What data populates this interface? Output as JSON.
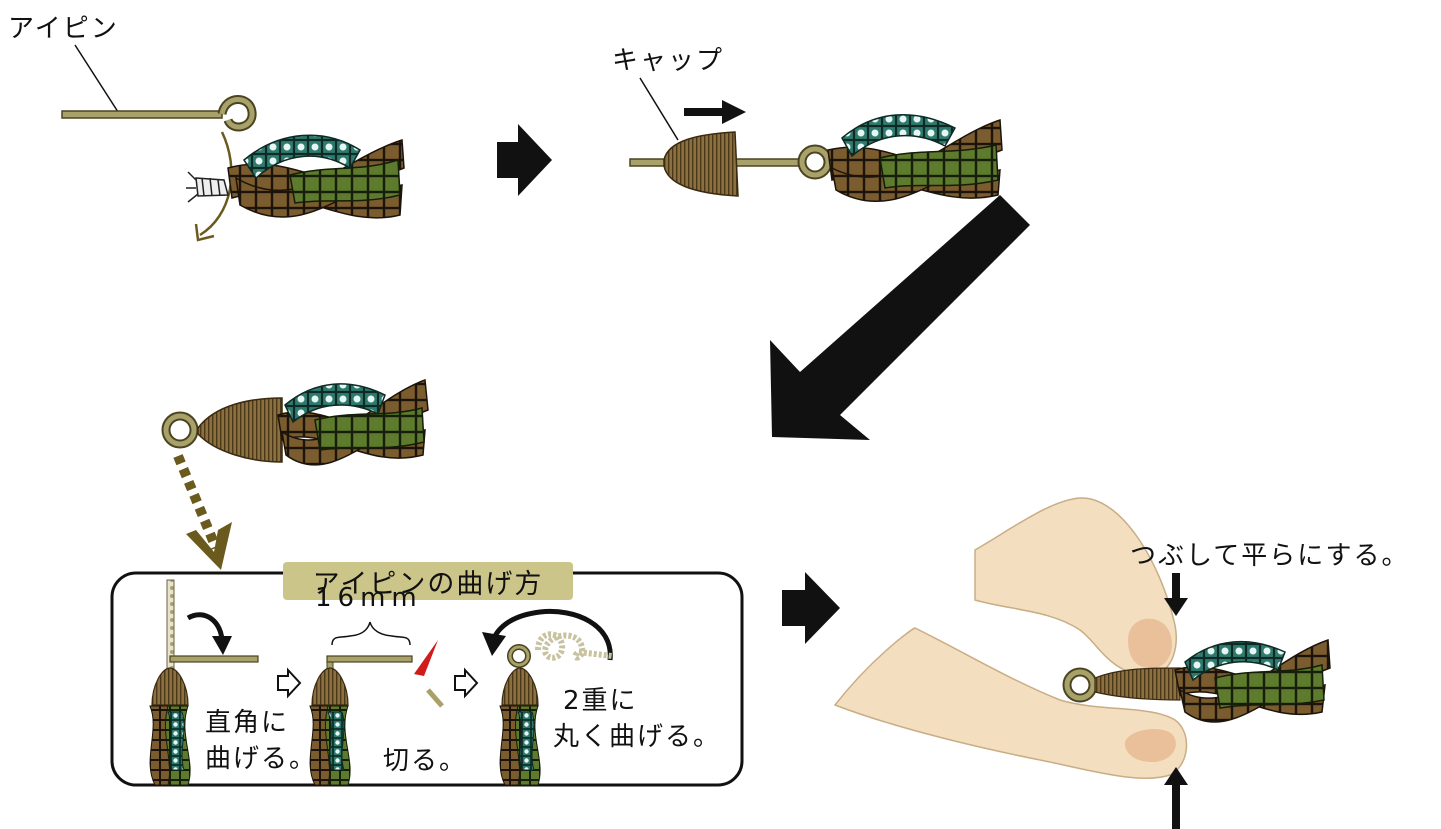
{
  "labels": {
    "eye_pin": "アイピン",
    "cap": "キャップ",
    "flatten": "つぶして平らにする。"
  },
  "inset": {
    "title": "アイピンの曲げ方",
    "length": "16mm",
    "step1": [
      "直角に",
      "曲げる。"
    ],
    "step2": "切る。",
    "step3": [
      "2重に",
      "丸く曲げる。"
    ]
  },
  "colors": {
    "pin": "#a9a16a",
    "bead_brown": "#7a5c2e",
    "bead_olive": "#5e7a2c",
    "bead_teal": "#2f7a6e",
    "skin": "#f3dfc0",
    "nail": "#e9c09a",
    "inset_title_bg": "#ccc58a",
    "cut_mark": "#d11a1a"
  }
}
